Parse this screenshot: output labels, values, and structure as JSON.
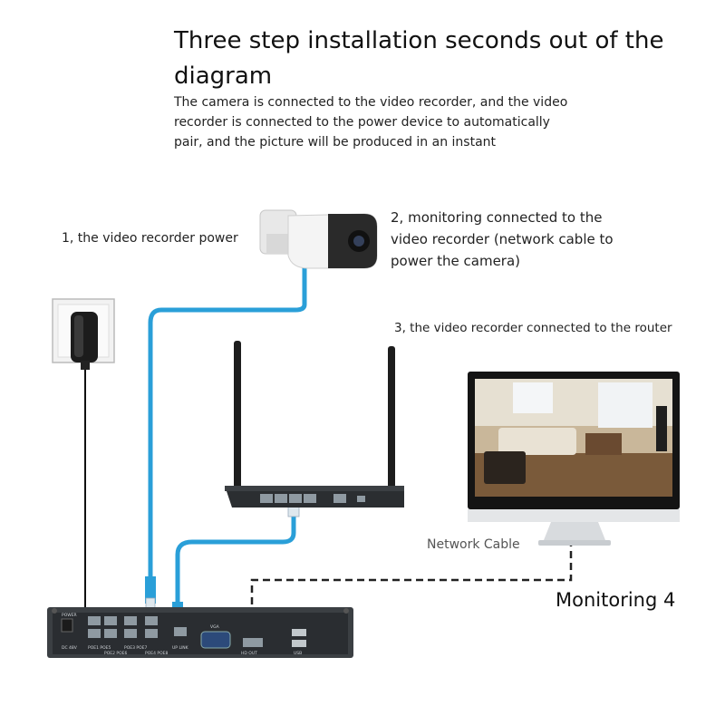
{
  "title": "Three step installation seconds out of the diagram",
  "subtitle": [
    "The camera is connected to the video recorder, and the video",
    " recorder is connected to the power device to automatically",
    "pair, and the picture will be produced in an instant"
  ],
  "steps": {
    "step1": "1, the video recorder power",
    "step2": [
      "2, monitoring connected to the",
      "video recorder (network cable to",
      " power the camera)"
    ],
    "step3": "3, the video recorder connected to the router"
  },
  "network_cable_label": "Network Cable",
  "monitor_label": "Monitoring 4",
  "nvr_port_labels": {
    "power": "POWER",
    "dc": "DC 48V",
    "poe_pairs": [
      "POE1 POE5",
      "POE2 POE6",
      "POE3 POE7",
      "POE4 POE8"
    ],
    "uplink": "UP LINK",
    "vga": "VGA",
    "hdmi": "HD OUT",
    "usb": "USB"
  },
  "colors": {
    "cable_blue": "#2a9fd8",
    "connector_green": "#3cb043",
    "device_dark": "#2e3236",
    "dashed_line": "#222222"
  }
}
